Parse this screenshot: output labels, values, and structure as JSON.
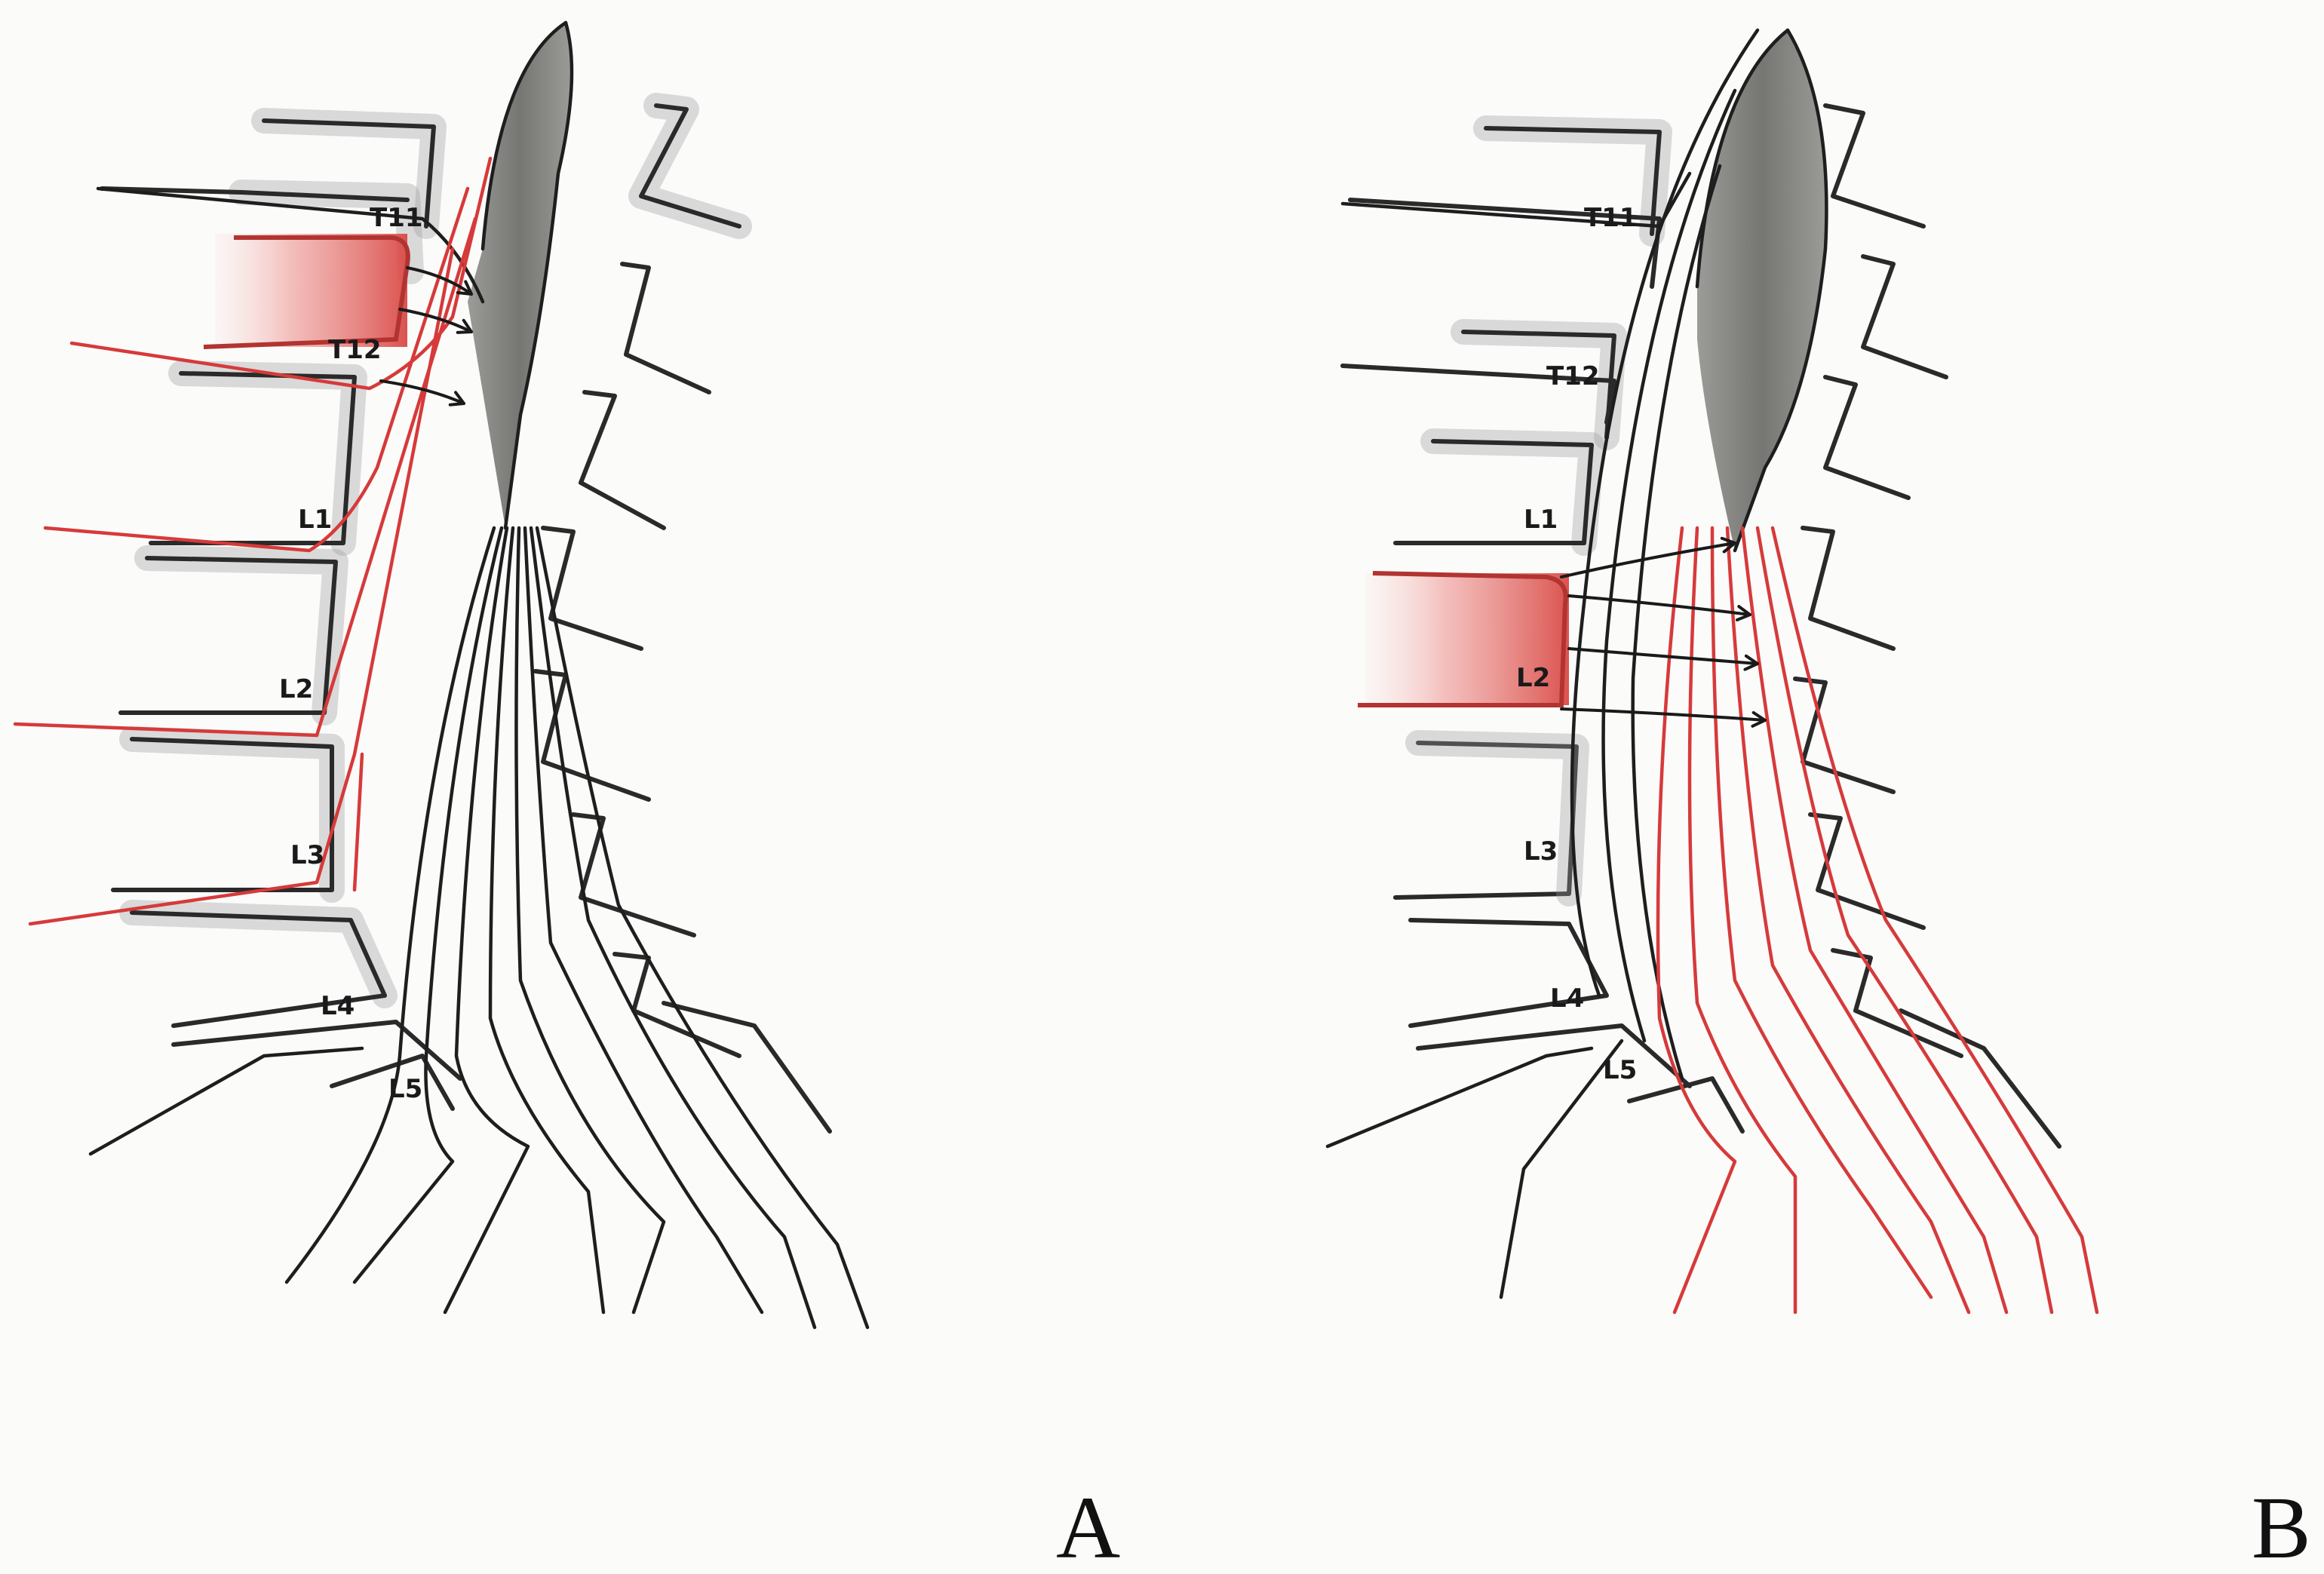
{
  "panels": [
    {
      "id": "A",
      "letter": "A",
      "vertebrae": [
        "T11",
        "T12",
        "L1",
        "L2",
        "L3",
        "L4",
        "L5"
      ],
      "highlighted_level": "T12"
    },
    {
      "id": "B",
      "letter": "B",
      "vertebrae": [
        "T11",
        "T12",
        "L1",
        "L2",
        "L3",
        "L4",
        "L5"
      ],
      "highlighted_level": "L2"
    }
  ],
  "colors": {
    "bone": "#2a2a2a",
    "nerve_normal": "#1e1e1e",
    "nerve_affected": "#d63a3a",
    "highlight_fill": "#e8817f",
    "cord": "#6f6f6b",
    "background": "#fbfbfa"
  }
}
